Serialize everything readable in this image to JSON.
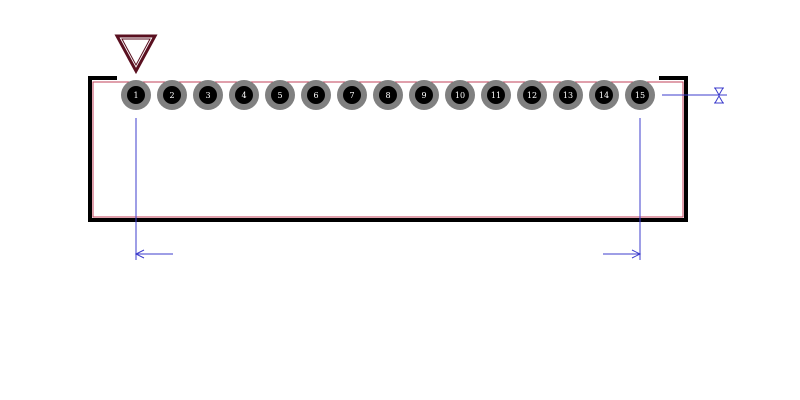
{
  "footprint": {
    "pin_count": 15,
    "pins": [
      {
        "number": "1"
      },
      {
        "number": "2"
      },
      {
        "number": "3"
      },
      {
        "number": "4"
      },
      {
        "number": "5"
      },
      {
        "number": "6"
      },
      {
        "number": "7"
      },
      {
        "number": "8"
      },
      {
        "number": "9"
      },
      {
        "number": "10"
      },
      {
        "number": "11"
      },
      {
        "number": "12"
      },
      {
        "number": "13"
      },
      {
        "number": "14"
      },
      {
        "number": "15"
      }
    ],
    "pin1_marker_icon": "inverted-triangle-icon",
    "pad_ring_color": "#808080",
    "pad_hole_color": "#000000",
    "pin_label_color": "#ffffff",
    "body_outline_color": "#000000",
    "courtyard_color": "#c0405a",
    "marker_color": "#5a1020",
    "dimension_color": "#3c3ccc"
  }
}
